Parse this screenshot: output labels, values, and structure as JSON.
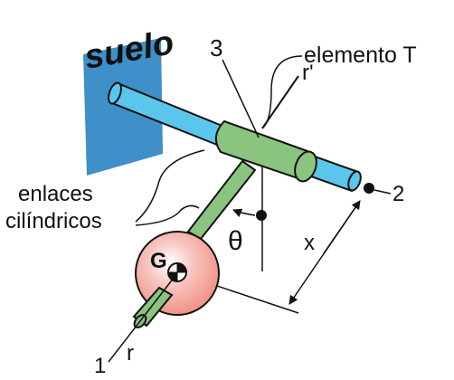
{
  "labels": {
    "ground": "suelo",
    "element_number": "3",
    "element_name": "elemento T",
    "axis_r_prime": "r'",
    "point_2": "2",
    "links_line1": "enlaces",
    "links_line2": "cilíndricos",
    "theta": "θ",
    "distance_x": "x",
    "center_g": "G",
    "point_1": "1",
    "axis_r": "r"
  },
  "colors": {
    "ground": "#3f8fc9",
    "rod_blue": "#5bc6ec",
    "t_element": "#8ac47f",
    "sphere": "#f2a49a",
    "line": "#111111"
  }
}
